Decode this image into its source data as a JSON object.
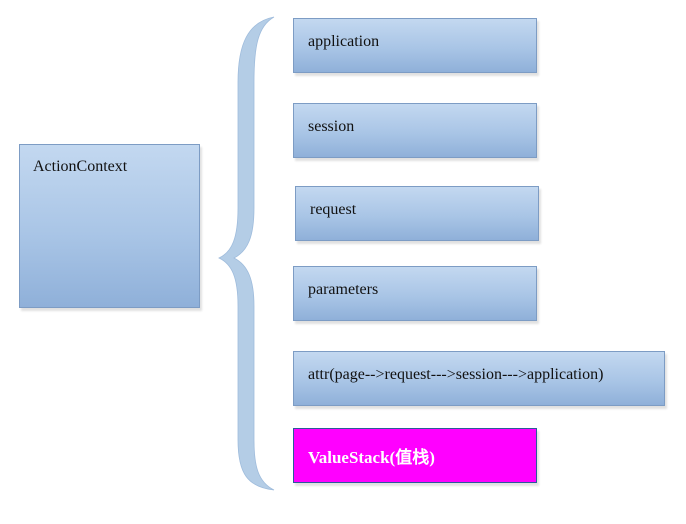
{
  "context": {
    "label": "ActionContext"
  },
  "items": [
    {
      "label": "application"
    },
    {
      "label": "session"
    },
    {
      "label": "request"
    },
    {
      "label": "parameters"
    },
    {
      "label": "attr(page-->request--->session--->application)"
    },
    {
      "label": "ValueStack(值栈)",
      "highlight": "#ff00ff"
    }
  ],
  "colors": {
    "box_fill_top": "#c3d8f0",
    "box_fill_bottom": "#8fb0d9",
    "box_border": "#7d9cc4",
    "brace": "#b4cde6",
    "highlight": "#ff00ff"
  }
}
